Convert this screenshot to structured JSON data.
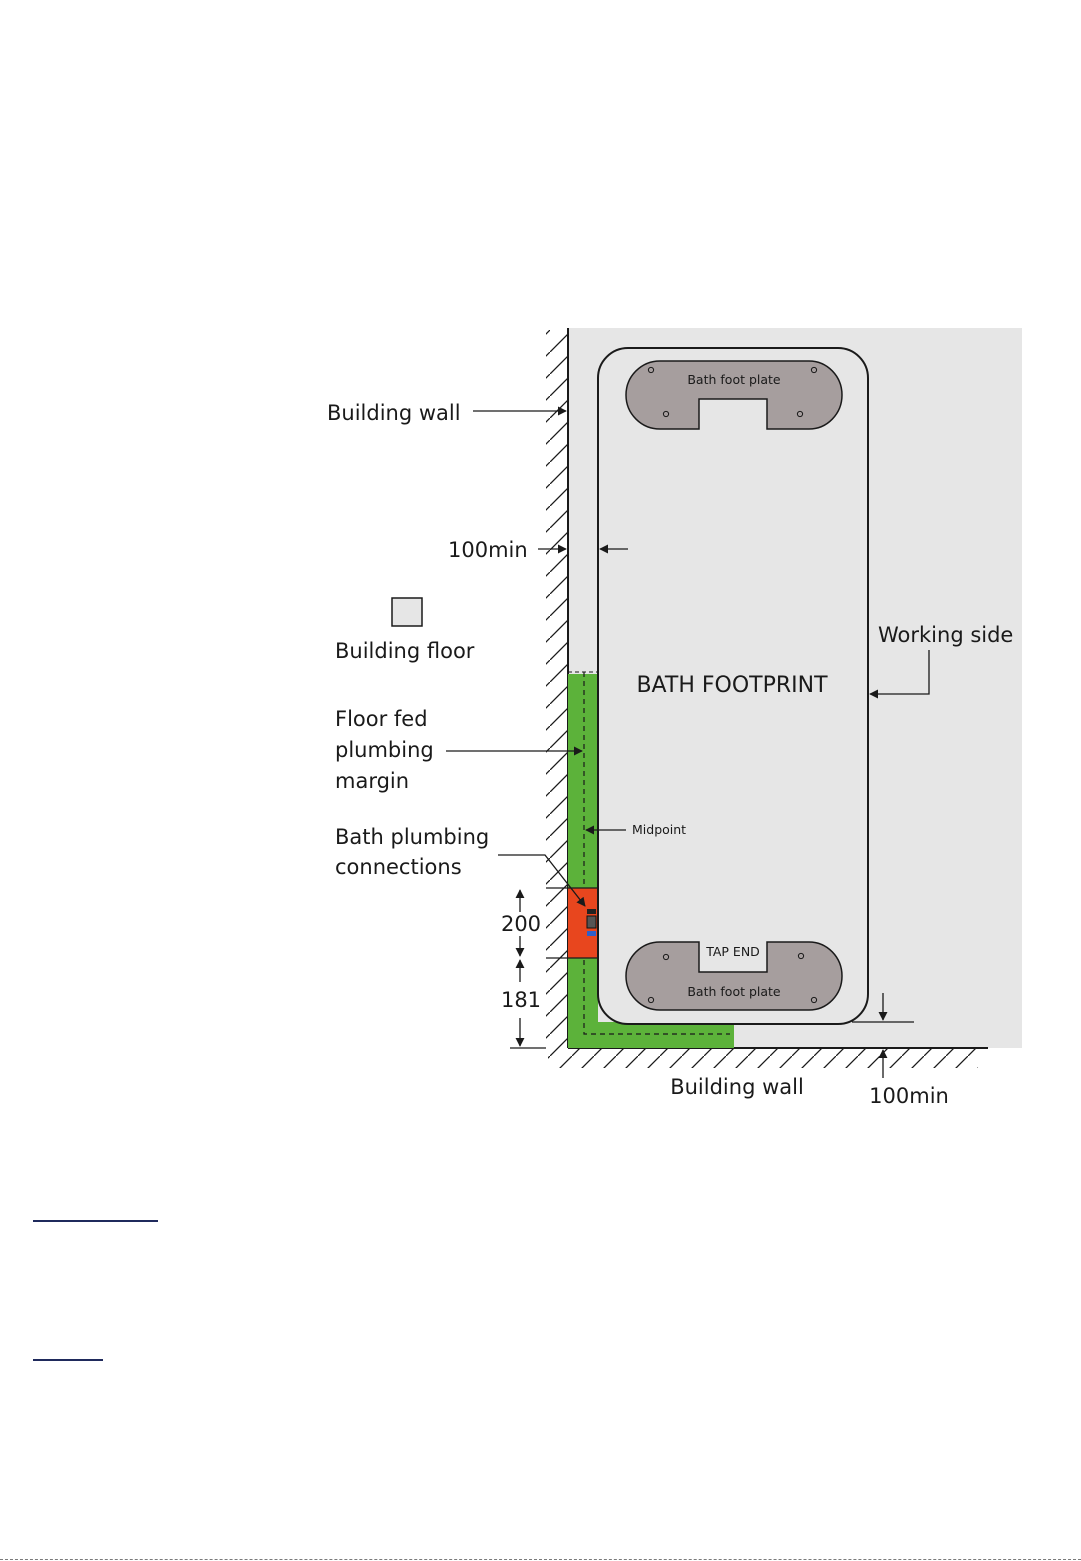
{
  "diagram": {
    "labels": {
      "building_wall_left": "Building wall",
      "building_wall_bottom": "Building wall",
      "clearance_side": "100min",
      "clearance_bottom": "100min",
      "legend_floor": "Building floor",
      "working_side": "Working side",
      "bath_footprint": "BATH FOOTPRINT",
      "margin_line1": "Floor fed",
      "margin_line2": "plumbing",
      "margin_line3": "margin",
      "connections_line1": "Bath plumbing",
      "connections_line2": "connections",
      "midpoint": "Midpoint",
      "dim_200": "200",
      "dim_181": "181",
      "foot_plate_top": "Bath foot plate",
      "foot_plate_bottom": "Bath foot plate",
      "tap_end": "TAP END"
    },
    "colors": {
      "floor": "#e6e6e6",
      "bath": "#e6e6e6",
      "foot_plate": "#a69e9e",
      "plumbing_margin": "#5cb23a",
      "connections_zone": "#e8461e",
      "outline": "#1a1a1a",
      "rule": "#1f2a5c"
    }
  }
}
